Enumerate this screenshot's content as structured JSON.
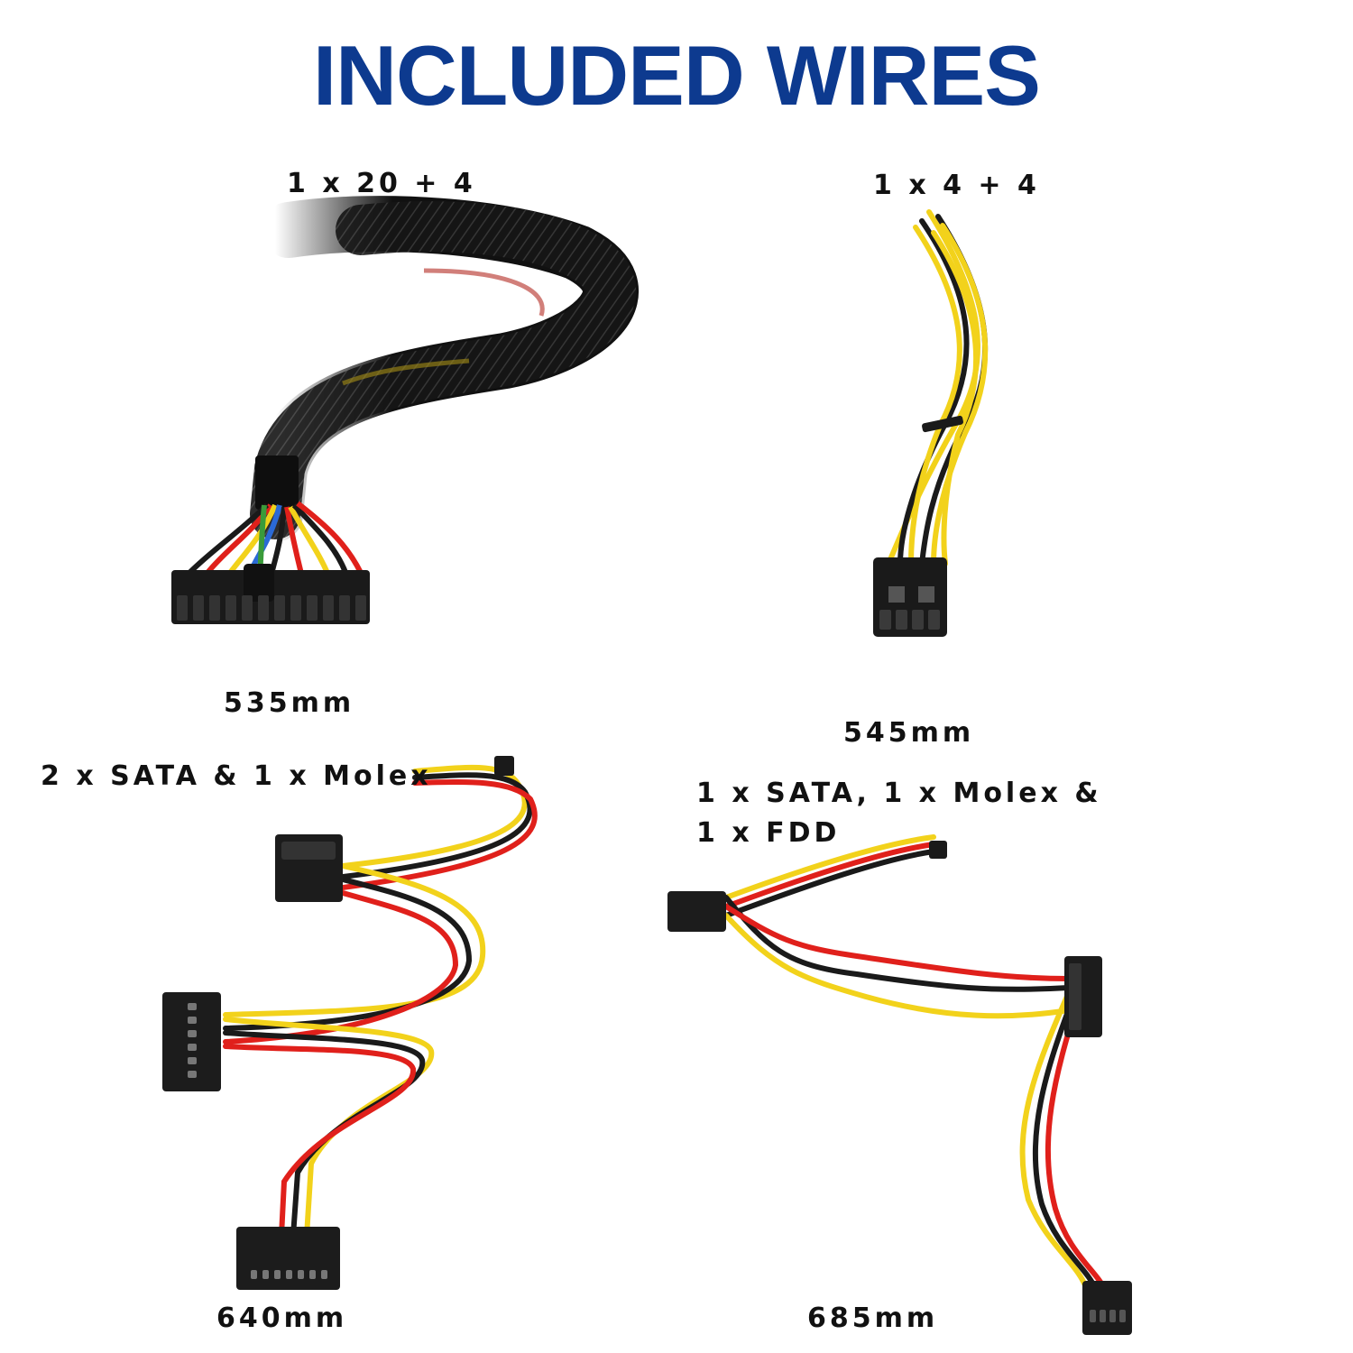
{
  "title": "INCLUDED WIRES",
  "colors": {
    "title": "#0d3a8f",
    "sleeve": "#111111",
    "wire_yellow": "#f2d21b",
    "wire_red": "#e0201b",
    "wire_black": "#1a1a1a"
  },
  "cables": [
    {
      "label": "1 x 20 + 4",
      "length": "535mm"
    },
    {
      "label": "1 x 4 + 4",
      "length": "545mm"
    },
    {
      "label": "2 x SATA & 1 x Molex",
      "length": "640mm"
    },
    {
      "label": "1 x SATA, 1 x Molex & 1 x FDD",
      "length": "685mm"
    }
  ]
}
